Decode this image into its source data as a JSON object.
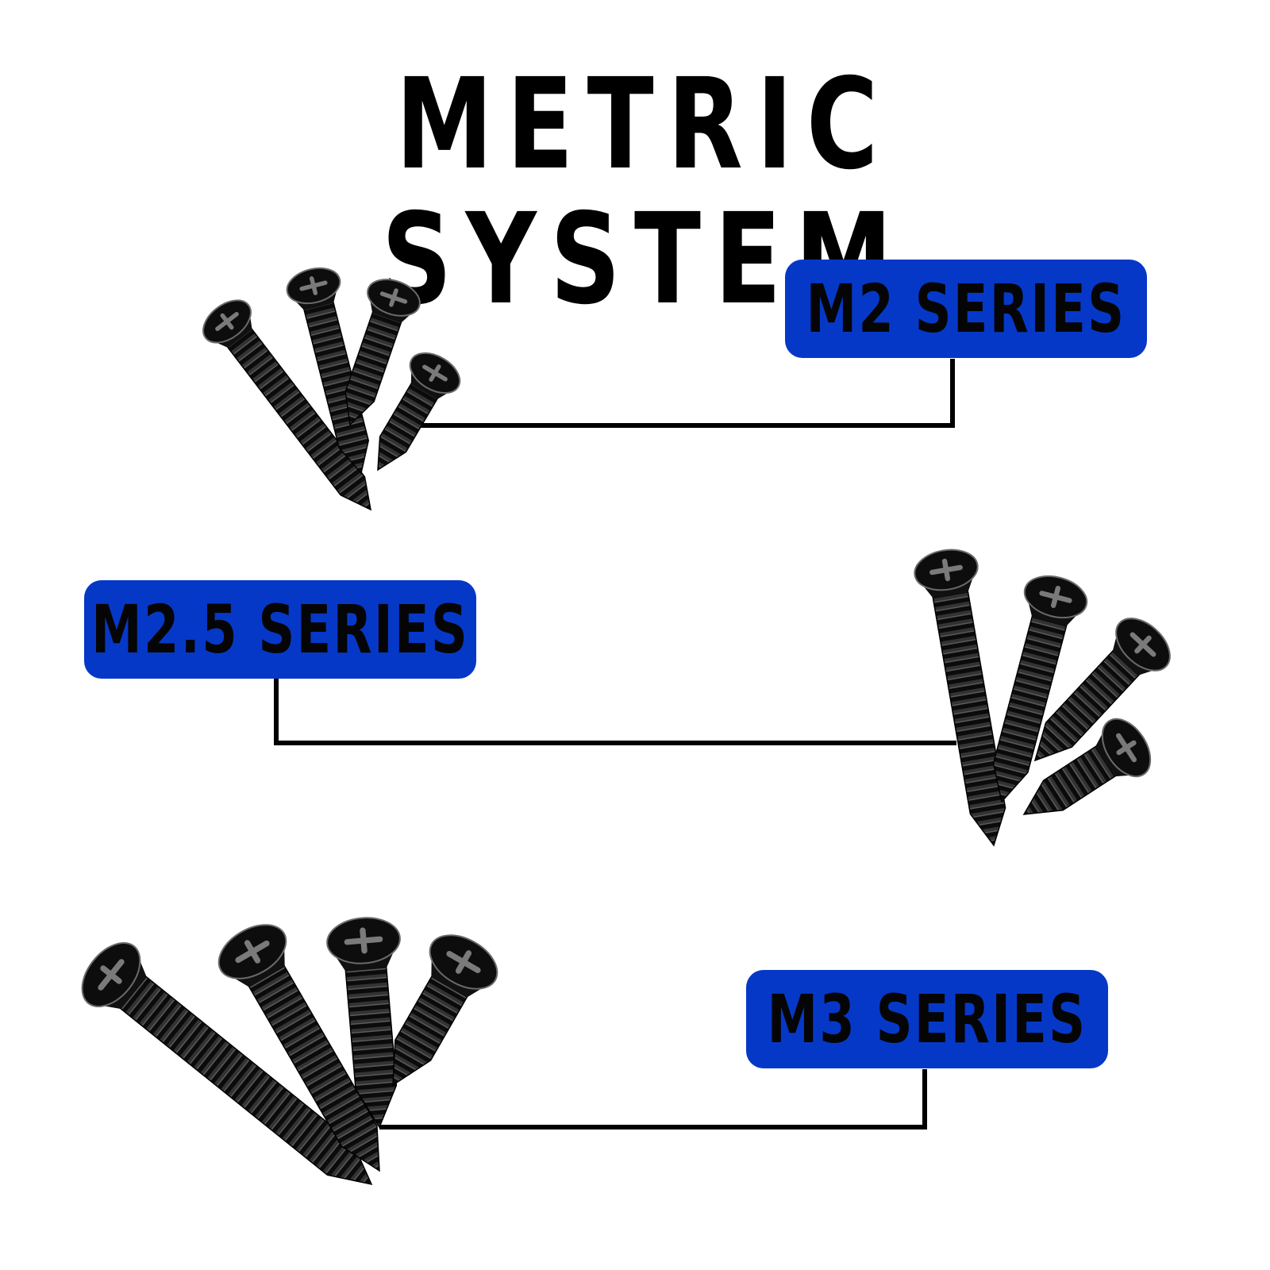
{
  "title": "METRIC SYSTEM",
  "badge_color": "#0638c8",
  "series": [
    {
      "label": "M2 SERIES",
      "screw_count": 4
    },
    {
      "label": "M2.5 SERIES",
      "screw_count": 4
    },
    {
      "label": "M3 SERIES",
      "screw_count": 4
    }
  ],
  "icons": [
    "phillips-flat-head-screw-icon"
  ]
}
